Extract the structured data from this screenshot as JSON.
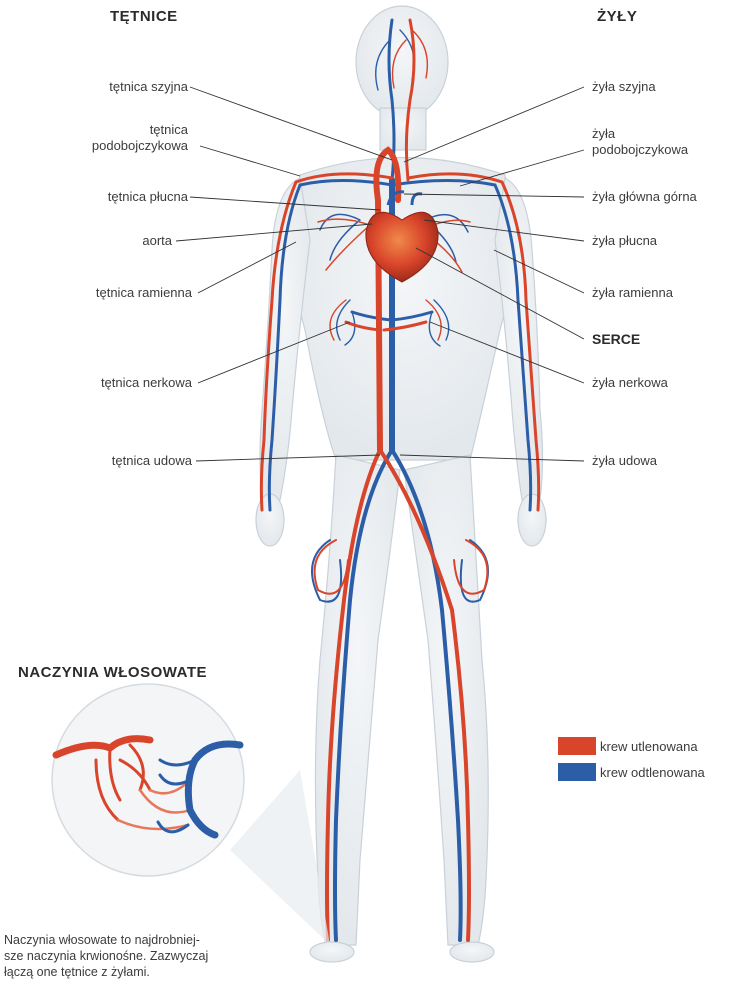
{
  "headings": {
    "arteries": "TĘTNICE",
    "veins": "ŻYŁY",
    "capillaries": "NACZYNIA WŁOSOWATE"
  },
  "left_labels": [
    {
      "key": "carotid_artery",
      "lines": [
        "tętnica szyjna"
      ]
    },
    {
      "key": "subclavian_artery",
      "lines": [
        "tętnica",
        "podobojczykowa"
      ]
    },
    {
      "key": "pulmonary_artery",
      "lines": [
        "tętnica płucna"
      ]
    },
    {
      "key": "aorta",
      "lines": [
        "aorta"
      ]
    },
    {
      "key": "brachial_artery",
      "lines": [
        "tętnica ramienna"
      ]
    },
    {
      "key": "renal_artery",
      "lines": [
        "tętnica nerkowa"
      ]
    },
    {
      "key": "femoral_artery",
      "lines": [
        "tętnica udowa"
      ]
    }
  ],
  "right_labels": [
    {
      "key": "jugular_vein",
      "lines": [
        "żyła szyjna"
      ]
    },
    {
      "key": "subclavian_vein",
      "lines": [
        "żyła",
        "podobojczykowa"
      ]
    },
    {
      "key": "superior_vena_cava",
      "lines": [
        "żyła główna górna"
      ]
    },
    {
      "key": "pulmonary_vein",
      "lines": [
        "żyła płucna"
      ]
    },
    {
      "key": "brachial_vein",
      "lines": [
        "żyła ramienna"
      ]
    },
    {
      "key": "heart",
      "lines": [
        "SERCE"
      ]
    },
    {
      "key": "renal_vein",
      "lines": [
        "żyła nerkowa"
      ]
    },
    {
      "key": "femoral_vein",
      "lines": [
        "żyła udowa"
      ]
    }
  ],
  "legend": [
    {
      "label": "krew utlenowana",
      "color": "#d9452b"
    },
    {
      "label": "krew odtlenowana",
      "color": "#2c5ea8"
    }
  ],
  "capillary_note": {
    "lines": [
      "Naczynia włosowate to najdrobniej-",
      "sze naczynia krwionośne. Zazwyczaj",
      "łączą one tętnice z żyłami."
    ]
  },
  "colors": {
    "artery": "#d9452b",
    "vein": "#2c5ea8",
    "body_outline": "#c9d1d8",
    "leader_line": "#333333"
  },
  "icons": [
    "heart-icon",
    "human-body-figure",
    "capillary-network-illustration"
  ]
}
